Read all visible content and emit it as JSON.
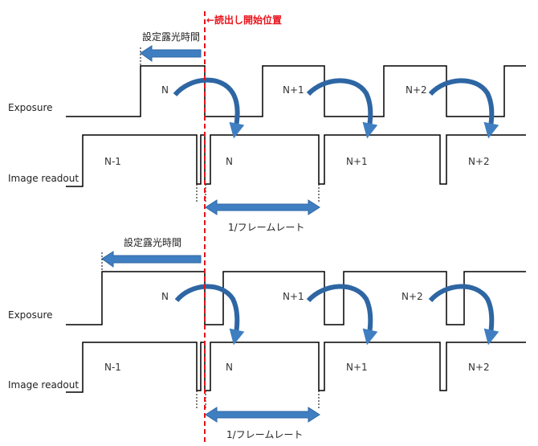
{
  "readout_start_label": "←読出し開始位置",
  "colors": {
    "readout_line": "#e8131b",
    "arrow": "#3f7fc1",
    "signal": "#000000"
  },
  "top": {
    "exposure_label": "Exposure",
    "readout_label": "Image readout",
    "exposure_time_label": "設定露光時間",
    "frame_period_label": "1/フレームレート",
    "exposure_frames": [
      "N",
      "N+1",
      "N+2"
    ],
    "readout_frames": [
      "N-1",
      "N",
      "N+1",
      "N+2"
    ]
  },
  "bottom": {
    "exposure_label": "Exposure",
    "readout_label": "Image readout",
    "exposure_time_label": "設定露光時間",
    "frame_period_label": "1/フレームレート",
    "exposure_frames": [
      "N",
      "N+1",
      "N+2"
    ],
    "readout_frames": [
      "N-1",
      "N",
      "N+1",
      "N+2"
    ]
  }
}
